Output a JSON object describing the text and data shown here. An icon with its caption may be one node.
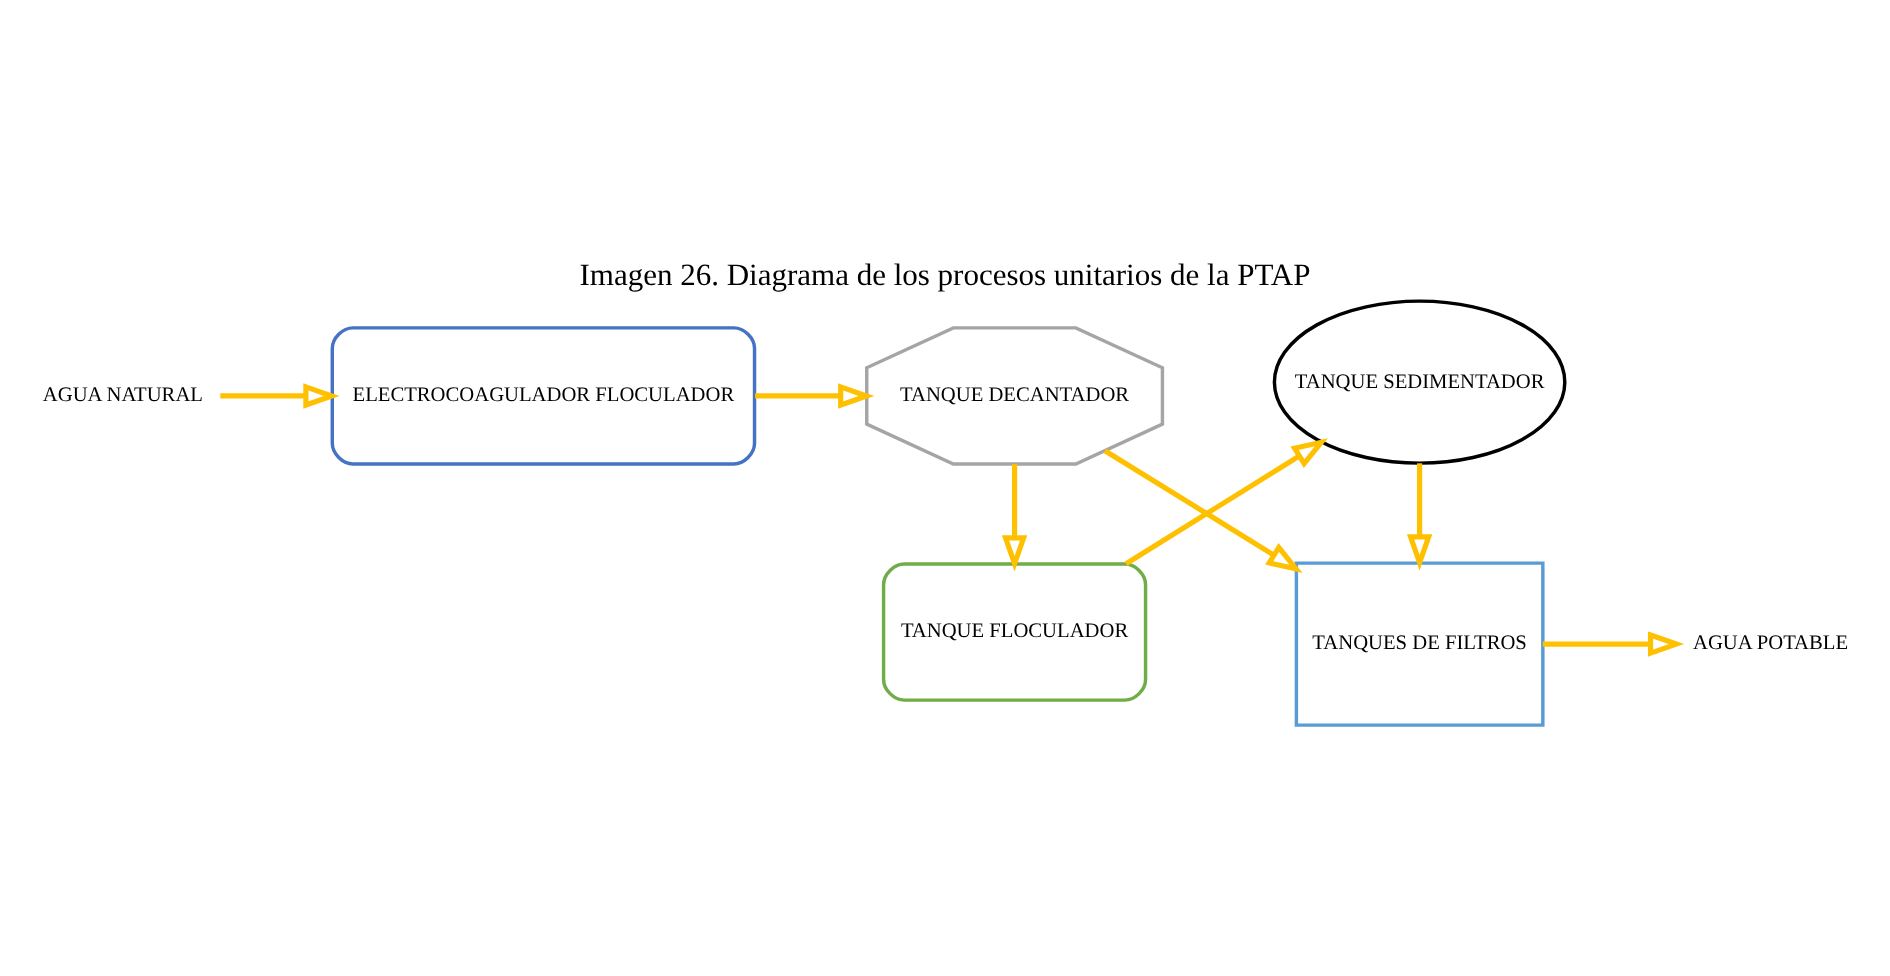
{
  "diagram": {
    "title": "Imagen 26. Diagrama de los procesos unitarios de la PTAP",
    "nodes": [
      {
        "text": [
          "AGUA NATURAL"
        ]
      },
      {
        "text": [
          "ELECTROCOAGULADOR FLOCULADOR"
        ]
      },
      {
        "text": [
          "TANQUE DECANTADOR"
        ]
      },
      {
        "text": [
          "TANQUES DE FILTROS"
        ]
      },
      {
        "text": [
          "AGUA POTABLE"
        ]
      },
      {
        "text": [
          "TANQUE FLOCULADOR"
        ]
      },
      {
        "text": [
          "TANQUE SEDIMENTADOR"
        ]
      }
    ],
    "edges": [
      {
        "from": 0,
        "to": 1,
        "arrow": "to"
      },
      {
        "from": 1,
        "to": 2,
        "arrow": "to"
      },
      {
        "from": 2,
        "to": 3,
        "arrow": "to"
      },
      {
        "from": 3,
        "to": 4,
        "arrow": "to"
      },
      {
        "from": 2,
        "to": 5,
        "arrow": "to"
      },
      {
        "from": 5,
        "to": 6,
        "arrow": "to"
      },
      {
        "from": 6,
        "to": 3,
        "arrow": "to"
      }
    ]
  }
}
